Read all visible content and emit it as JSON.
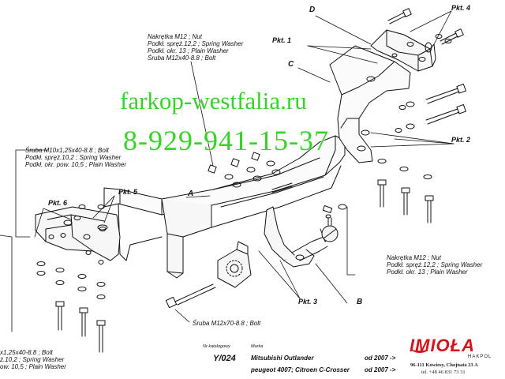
{
  "watermark": {
    "site": "farkop-westfalia.ru",
    "phone": "8-929-941-15-37",
    "color": "#39d22a"
  },
  "parts": {
    "A": "A",
    "B": "B",
    "C": "C",
    "D": "D"
  },
  "points": {
    "pkt1": "Pkt. 1",
    "pkt2": "Pkt. 2",
    "pkt3": "Pkt. 3",
    "pkt4": "Pkt. 4",
    "pkt5": "Pkt. 5",
    "pkt6": "Pkt. 6"
  },
  "callouts": {
    "top_left": [
      "Nakrętka  M12 ; Nut",
      "Podkł. spręż.12,2 ; Spring Washer",
      "Podkł. okr. 13 ; Plain Washer",
      "Śruba M12x40-8.8 ;  Bolt"
    ],
    "mid_left": [
      "Śruba M10x1,25x40-8.8 ;  Bolt",
      "Podkł. spręż.10,2 ; Spring Washer",
      "Podkł. okr. pow. 10,5 ; Plain Washer"
    ],
    "bottom_left": [
      "x1,25x40-8.8 ;  Bolt",
      "ż.10,2 ; Spring Washer",
      "ow. 10,5 ; Plain Washer"
    ],
    "right": [
      "Nakrętka  M12 ; Nut",
      "Podkł. spręż.12,2 ; Spring Washer",
      "Podkł. okr. 13 ; Plain Washer"
    ],
    "bottom_bolt": "Śruba M12x70-8.8 ;  Bolt"
  },
  "title_block": {
    "catalog_label": "Nr katalogowy",
    "catalog_no": "Y/024",
    "marka_label": "Marka",
    "vehicle_1": "Mitsubishi Outlander",
    "vehicle_2": "peugeot 4007; Citroen C-Crosser",
    "year_1": "od  2007 ->",
    "year_2": "od  2007 ->"
  },
  "brand": {
    "name": "IMIOŁA",
    "sub": "HAKPOL",
    "color": "#d4141b",
    "address": "96-111 Kowiesy, Chojnata 23 A",
    "phone": "tel. +48 46 831 73 31"
  }
}
